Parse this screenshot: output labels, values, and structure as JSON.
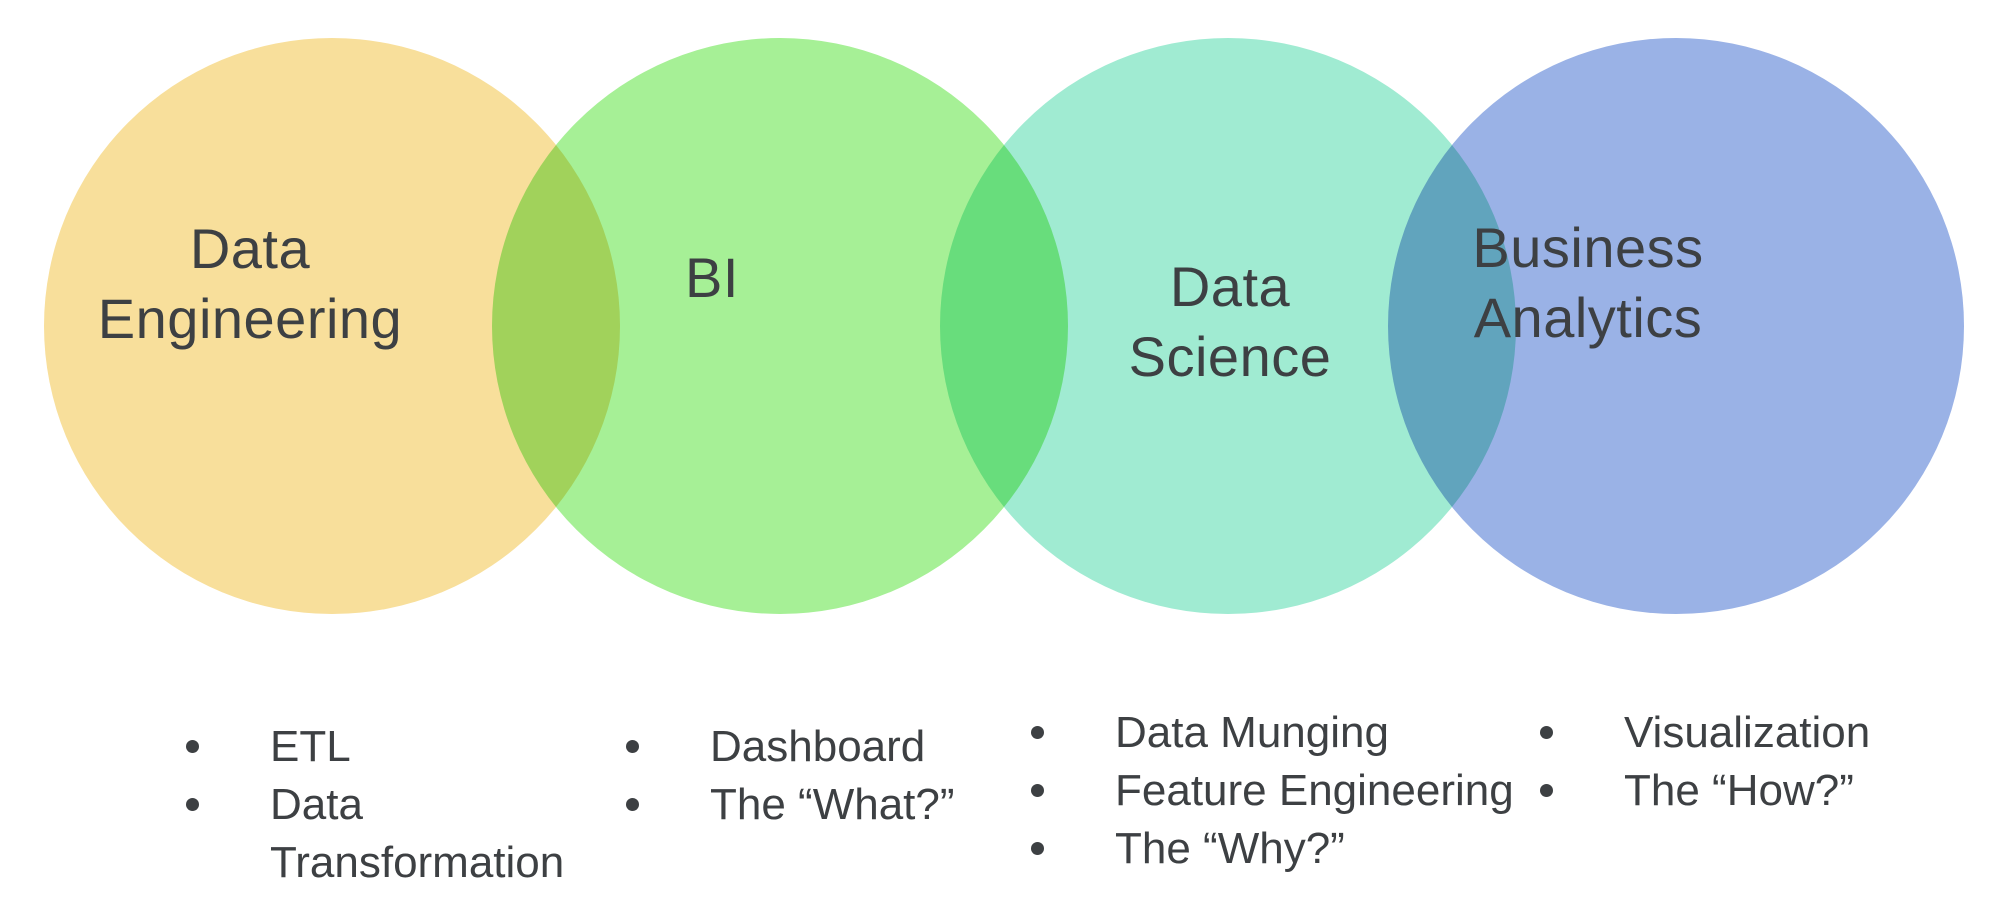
{
  "diagram": {
    "background": "#ffffff",
    "text_color": "#3d4043",
    "circles": [
      {
        "name": "Data Engineering",
        "lines": [
          "Data",
          "Engineering"
        ],
        "fill": "#f8df9b"
      },
      {
        "name": "BI",
        "lines": [
          "BI"
        ],
        "fill": "#a6f096"
      },
      {
        "name": "Data Science",
        "lines": [
          "Data",
          "Science"
        ],
        "fill": "#a0ebd2"
      },
      {
        "name": "Business Analytics",
        "lines": [
          "Business",
          "Analytics"
        ],
        "fill": "#9ab2e6"
      }
    ],
    "overlap_colors": {
      "data_engineering_bi": "#a0df63",
      "bi_data_science": "#63dd8c",
      "data_science_business_analytics": "#58a8d3"
    },
    "lists": [
      {
        "circle": "Data Engineering",
        "items": [
          "ETL",
          "Data Transformation"
        ]
      },
      {
        "circle": "BI",
        "items": [
          "Dashboard",
          "The “What?”"
        ]
      },
      {
        "circle": "Data Science",
        "items": [
          "Data Munging",
          "Feature Engineering",
          "The “Why?”"
        ]
      },
      {
        "circle": "Business Analytics",
        "items": [
          "Visualization",
          "The “How?”"
        ]
      }
    ]
  }
}
